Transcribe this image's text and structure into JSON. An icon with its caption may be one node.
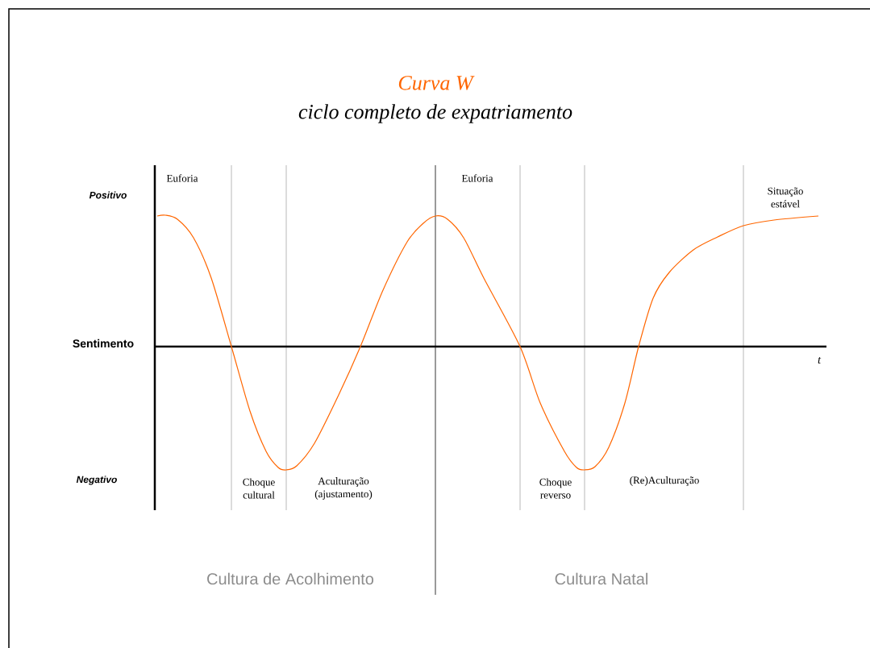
{
  "diagram": {
    "title": "Curva W",
    "labels": [
      "ciclo completo de expatriamento",
      "Euforia",
      "Euforia",
      "Positivo",
      "Situação estável",
      "Sentimento",
      "t",
      "Negativo",
      "Choque cultural",
      "Aculturação (ajustamento)",
      "Choque reverso",
      "(Re)Aculturação",
      "Cultura de Acolhimento",
      "Cultura Natal"
    ]
  }
}
